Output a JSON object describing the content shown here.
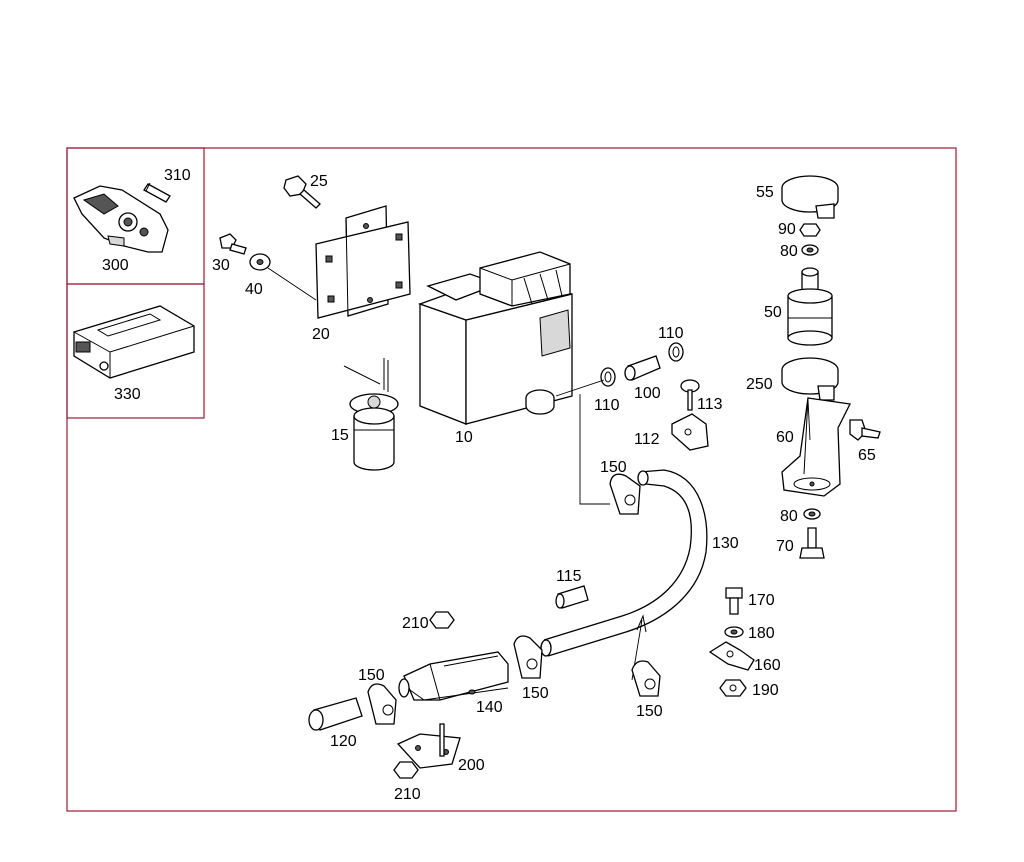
{
  "labels": {
    "p10": "10",
    "p15": "15",
    "p20": "20",
    "p25": "25",
    "p30": "30",
    "p40": "40",
    "p50": "50",
    "p55": "55",
    "p60": "60",
    "p65": "65",
    "p70": "70",
    "p80a": "80",
    "p80b": "80",
    "p90": "90",
    "p100": "100",
    "p110a": "110",
    "p110b": "110",
    "p112": "112",
    "p113": "113",
    "p115": "115",
    "p120": "120",
    "p130": "130",
    "p140": "140",
    "p150a": "150",
    "p150b": "150",
    "p150c": "150",
    "p150d": "150",
    "p160": "160",
    "p170": "170",
    "p180": "180",
    "p190": "190",
    "p200": "200",
    "p210a": "210",
    "p210b": "210",
    "p250": "250",
    "p300": "300",
    "p310": "310",
    "p330": "330"
  },
  "colors": {
    "frame": "#9e1b32",
    "line": "#000000",
    "background": "#ffffff"
  }
}
